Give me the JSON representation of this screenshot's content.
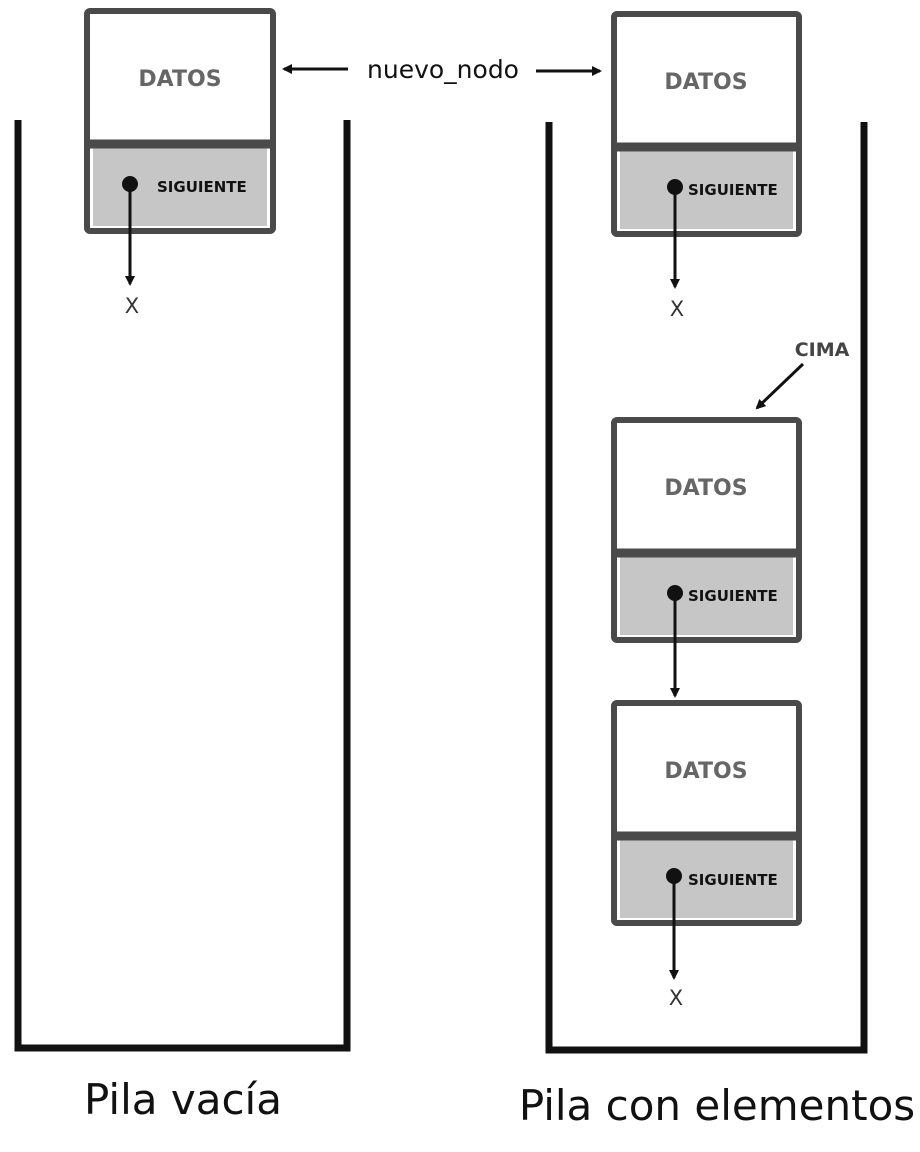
{
  "node_fields": {
    "data": "DATOS",
    "next": "SIGUIENTE"
  },
  "null_symbol": "X",
  "new_node_pointer": "nuevo_nodo",
  "top_pointer": "CIMA",
  "captions": {
    "empty_stack": "Pila vacía",
    "stack_with_elements": "Pila con elementos"
  },
  "colors": {
    "box_border": "#4a4a4a",
    "next_field": "#c6c6c6",
    "data_text": "#666666",
    "line": "#111111"
  }
}
